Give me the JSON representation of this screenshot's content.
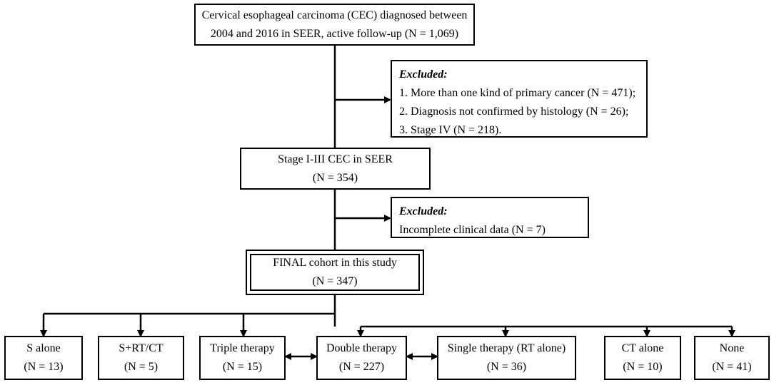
{
  "top_box": {
    "line1": "Cervical esophageal carcinoma (CEC) diagnosed between",
    "line2": "2004 and 2016 in SEER, active follow-up (N = 1,069)"
  },
  "excluded_1": {
    "title": "Excluded:",
    "items": [
      "1. More than one kind of primary cancer (N = 471);",
      "2. Diagnosis not confirmed by histology (N = 26);",
      "3. Stage IV (N = 218)."
    ]
  },
  "stage_box": {
    "line1": "Stage I-III CEC in SEER",
    "line2": "(N = 354)"
  },
  "excluded_2": {
    "title": "Excluded:",
    "items": [
      "Incomplete clinical data (N = 7)"
    ]
  },
  "final_box": {
    "line1": "FINAL cohort in this study",
    "line2": "(N = 347)"
  },
  "groups": [
    {
      "label": "S alone",
      "count": "(N = 13)"
    },
    {
      "label": "S+RT/CT",
      "count": "(N = 5)"
    },
    {
      "label": "Triple therapy",
      "count": "(N = 15)"
    },
    {
      "label": "Double therapy",
      "count": "(N = 227)"
    },
    {
      "label": "Single therapy (RT alone)",
      "count": "(N = 36)"
    },
    {
      "label": "CT alone",
      "count": "(N = 10)"
    },
    {
      "label": "None",
      "count": "(N = 41)"
    }
  ]
}
